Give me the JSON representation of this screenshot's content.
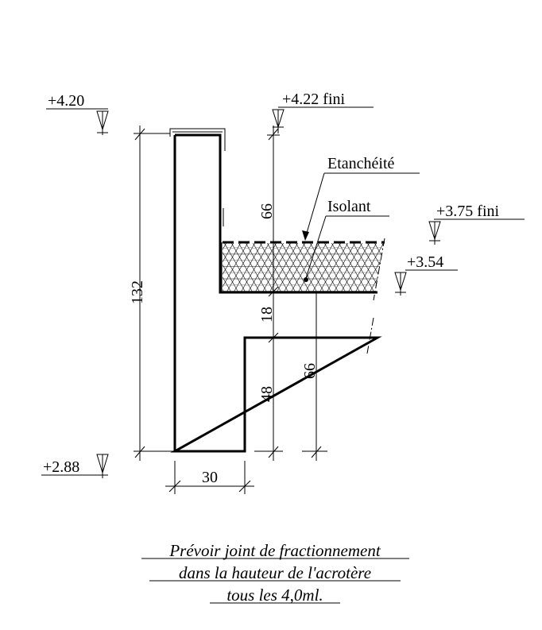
{
  "levels": {
    "top_left": "+4.20",
    "top_finish": "+4.22 fini",
    "roof_finish": "+3.75 fini",
    "slab_top": "+3.54",
    "bottom": "+2.88"
  },
  "dimensions": {
    "total_height": "132",
    "upper_part": "66",
    "slab_thickness": "18",
    "lower_part": "48",
    "right_part": "66",
    "wall_width": "30"
  },
  "labels": {
    "waterproofing": "Etanchéité",
    "insulation": "Isolant"
  },
  "note": {
    "line1": "Prévoir joint de fractionnement",
    "line2": "dans la hauteur de l'acrotère",
    "line3": "tous les 4,0ml."
  }
}
